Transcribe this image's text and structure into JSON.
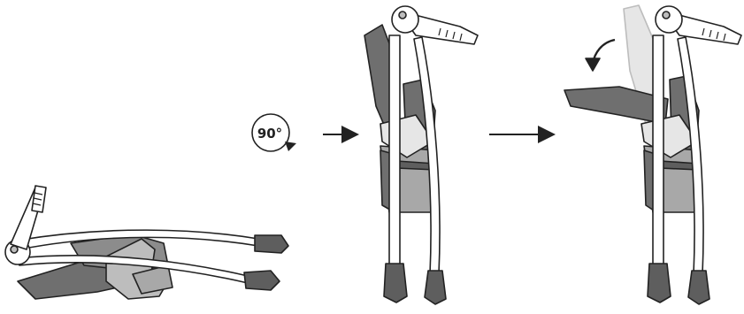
{
  "diagram": {
    "steps": [
      {
        "id": "folded",
        "description_id": "chair-folded-flat"
      },
      {
        "id": "upright",
        "description_id": "chair-stood-upright"
      },
      {
        "id": "tray-rotated",
        "description_id": "tray-folded-down"
      }
    ],
    "rotation": {
      "label": "90°",
      "degrees": 90
    },
    "colors": {
      "outline": "#222222",
      "frame": "#ffffff",
      "seat_dark": "#6f6f6f",
      "seat_medium": "#8c8c8c",
      "seat_light": "#bdbdbd",
      "basket": "#a8a8a8",
      "ghost": "#e6e6e6",
      "feet": "#5e5e5e"
    }
  }
}
